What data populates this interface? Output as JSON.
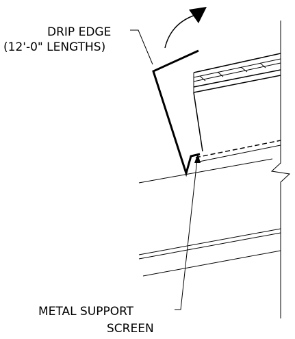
{
  "labels": {
    "drip_edge_line1": "DRIP EDGE",
    "drip_edge_line2": "(12'-0\" LENGTHS)",
    "screen_line1": "METAL SUPPORT",
    "screen_line2": "SCREEN"
  },
  "colors": {
    "ink": "#000000",
    "background": "#ffffff"
  },
  "icons": {
    "rotation_arrow": "curved-arrow-icon"
  }
}
